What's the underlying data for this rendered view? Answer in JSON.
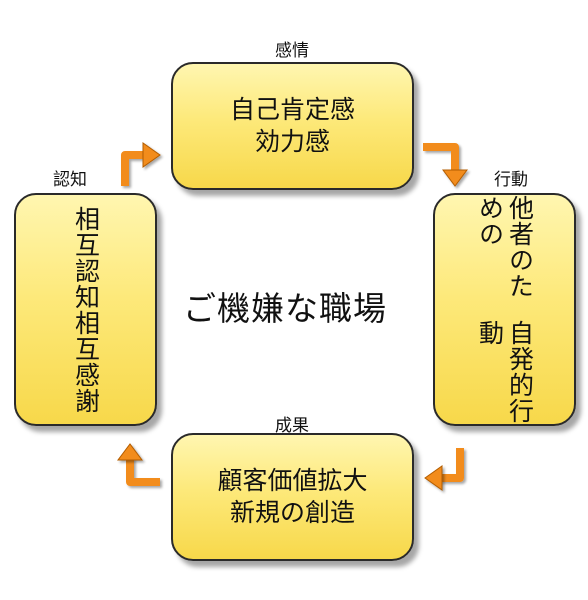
{
  "center_title": "ご機嫌な職場",
  "top": {
    "tag": "感情",
    "lines": [
      "自己肯定感",
      "効力感"
    ]
  },
  "right": {
    "tag": "行動",
    "lines": [
      "他者のための",
      "自発的行動"
    ]
  },
  "bottom": {
    "tag": "成果",
    "lines": [
      "顧客価値拡大",
      "新規の創造"
    ]
  },
  "left": {
    "tag": "認知",
    "lines": [
      "相互認知",
      "相互感謝"
    ]
  },
  "colors": {
    "box_fill": "#fde97a",
    "box_border": "#2a2a2a",
    "arrow": "#f28c1c"
  }
}
